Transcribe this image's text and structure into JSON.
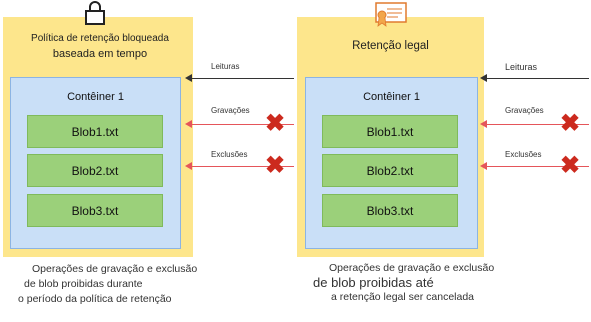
{
  "left": {
    "policy_title_line1": "Política de retenção bloqueada",
    "policy_title_line2": "baseada em tempo",
    "container_title": "Contêiner 1",
    "blobs": [
      "Blob1.txt",
      "Blob2.txt",
      "Blob3.txt"
    ],
    "arrows": {
      "reads": "Leituras",
      "writes": "Gravações",
      "deletes": "Exclusões"
    },
    "caption_line1": "Operações de gravação e exclusão",
    "caption_line2": "de blob proibidas durante",
    "caption_line3": "o período da política de retenção"
  },
  "right": {
    "policy_title": "Retenção legal",
    "container_title": "Contêiner 1",
    "blobs": [
      "Blob1.txt",
      "Blob2.txt",
      "Blob3.txt"
    ],
    "arrows": {
      "reads": "Leituras",
      "writes": "Gravações",
      "deletes": "Exclusões"
    },
    "caption_line1": "Operações de gravação e exclusão",
    "caption_line2": "de blob proibidas até",
    "caption_line3": "a retenção legal ser cancelada"
  },
  "icons": {
    "lock": "lock-icon",
    "certificate": "certificate-icon",
    "blocked": "x-icon"
  },
  "colors": {
    "policy": "#fde68c",
    "container": "#c9dff7",
    "blob": "#9bd07a",
    "blocked": "#cc2a1e",
    "arrow_blocked": "#e5555a"
  }
}
